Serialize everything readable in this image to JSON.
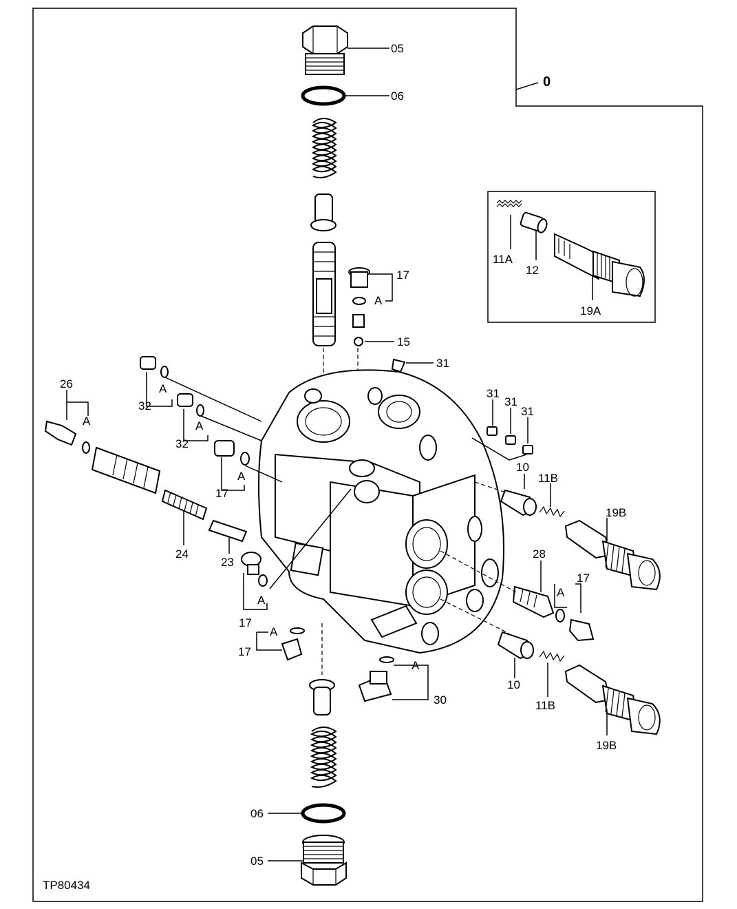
{
  "drawing_id": "TP80434",
  "group_label": "0",
  "callouts": {
    "plug_top": "05",
    "oring_top": "06",
    "plug_bottom": "05",
    "oring_bottom": "06",
    "shuttle_plug_upper": "17",
    "shuttle_plug_left_a": "17",
    "shuttle_plug_left_b": "17",
    "shuttle_plug_lower": "17",
    "shuttle_plug_right": "17",
    "ball": "15",
    "orifice_top": "31",
    "orifice_r1": "31",
    "orifice_r2": "31",
    "orifice_r3": "31",
    "plug32_a": "32",
    "plug32_b": "32",
    "fitting": "26",
    "spring24": "24",
    "pin23": "23",
    "poppet_upper": "10",
    "poppet_lower": "10",
    "spring_upper": "11B",
    "spring_lower": "11B",
    "relief_upper": "19B",
    "relief_lower": "19B",
    "check28": "28",
    "plug30": "30",
    "inset_spring": "11A",
    "inset_poppet": "12",
    "inset_relief": "19A",
    "oring_kit": "A"
  }
}
